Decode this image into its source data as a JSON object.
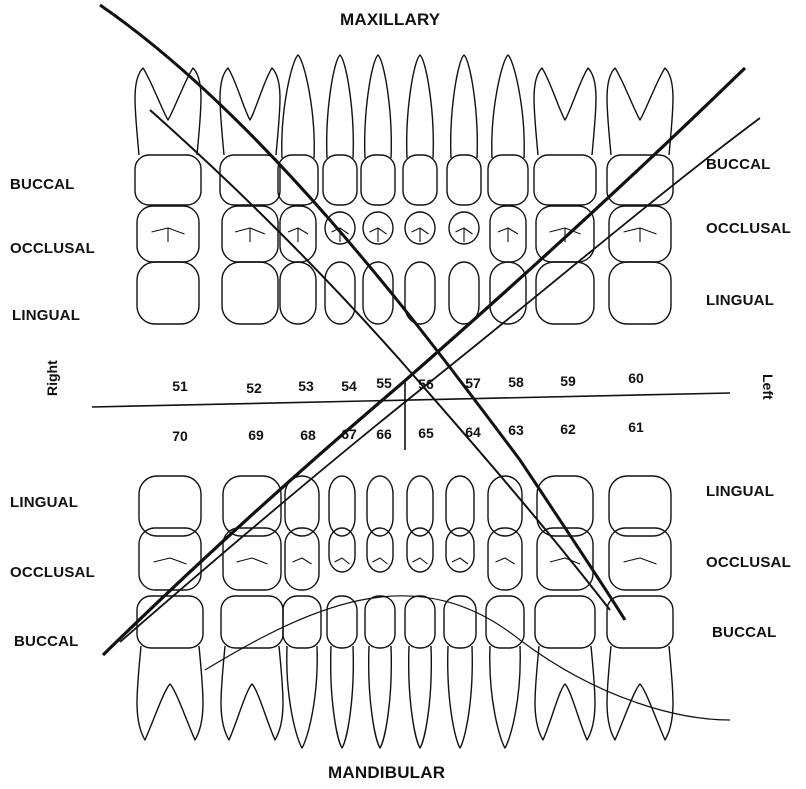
{
  "maxillary_label": "MAXILLARY",
  "mandibular_label": "MANDIBULAR",
  "upper_left_labels": [
    "BUCCAL",
    "OCCLUSAL",
    "LINGUAL"
  ],
  "upper_right_labels": [
    "BUCCAL",
    "OCCLUSAL",
    "LINGUAL"
  ],
  "lower_left_labels": [
    "LINGUAL",
    "OCCLUSAL",
    "BUCCAL"
  ],
  "lower_right_labels": [
    "LINGUAL",
    "OCCLUSAL",
    "BUCCAL"
  ],
  "side_right": "Right",
  "side_left": "Left",
  "upper_teeth_numbers": [
    "51",
    "52",
    "53",
    "54",
    "55",
    "56",
    "57",
    "58",
    "59",
    "60"
  ],
  "lower_teeth_numbers": [
    "70",
    "69",
    "68",
    "67",
    "66",
    "65",
    "64",
    "63",
    "62",
    "61"
  ],
  "ink_color": "#111111"
}
